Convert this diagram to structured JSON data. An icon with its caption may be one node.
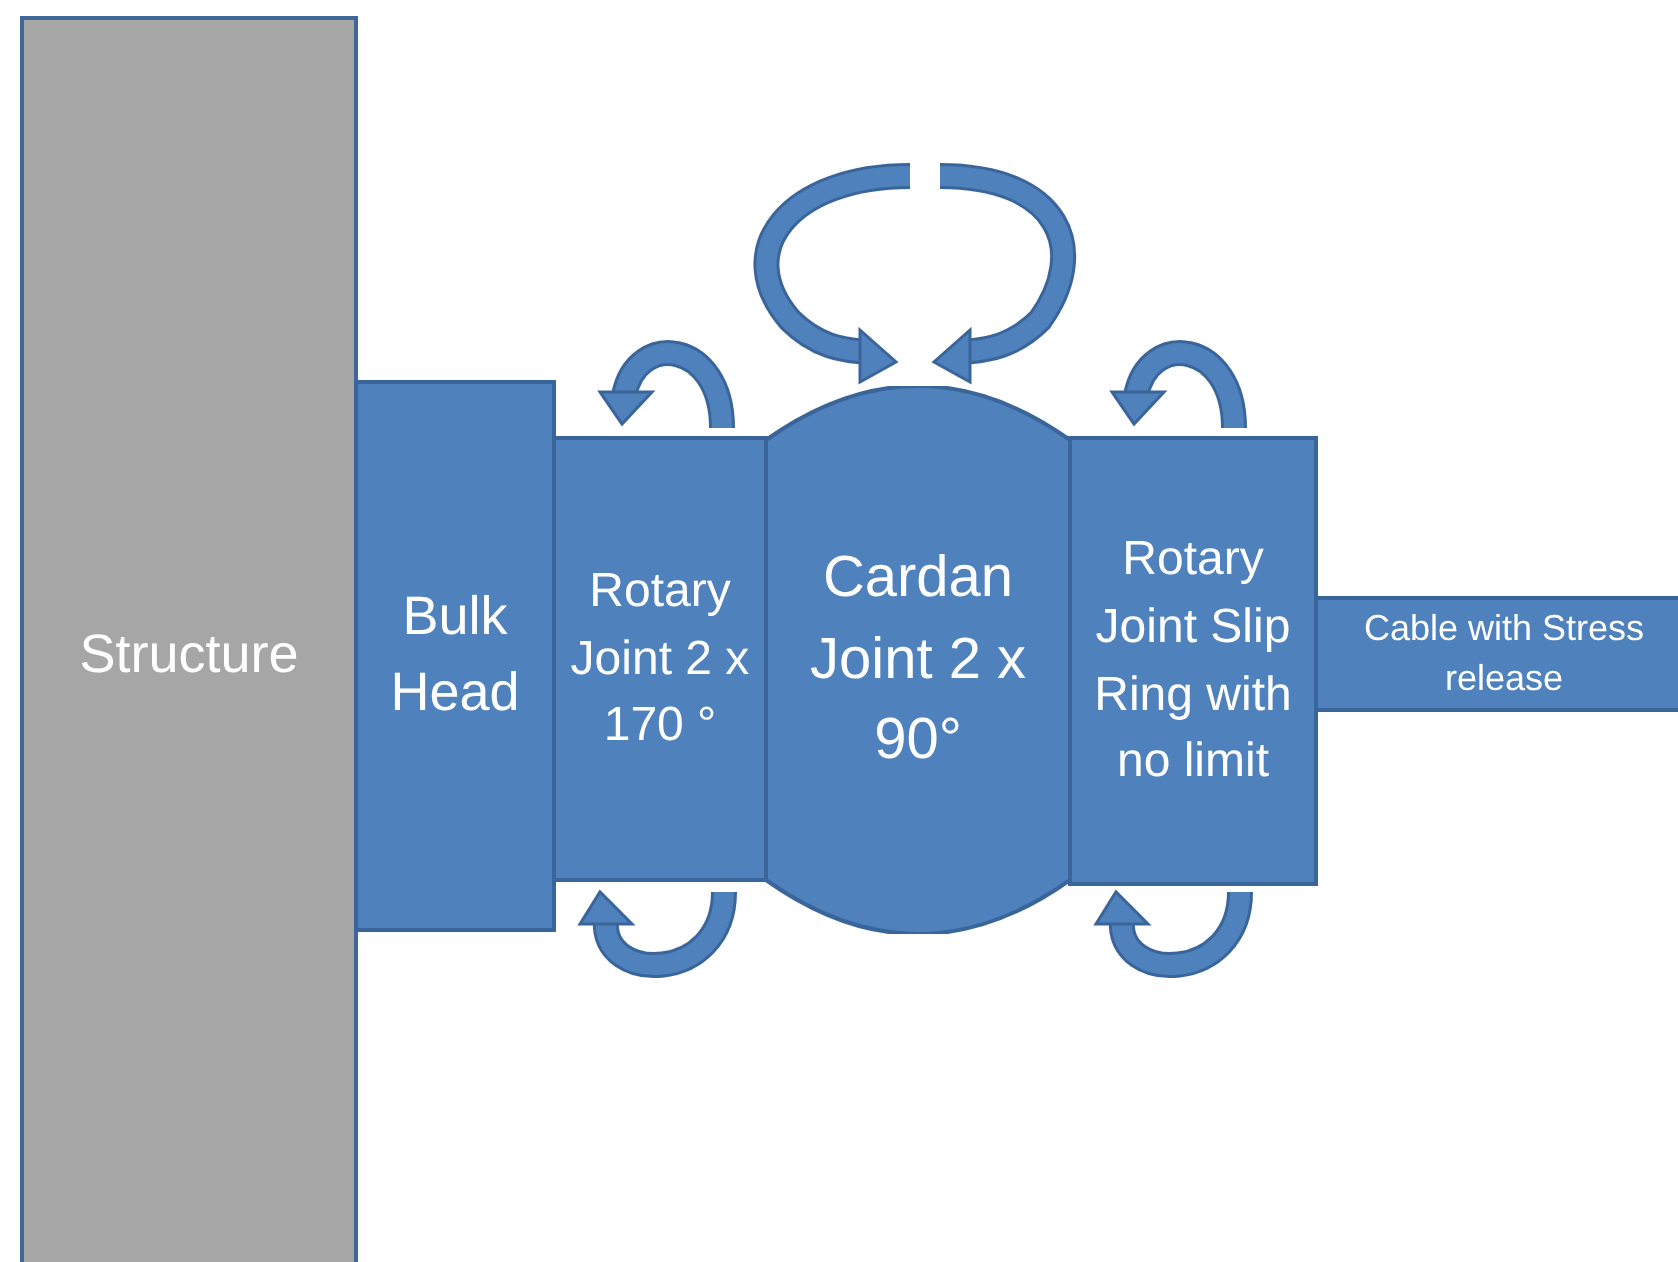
{
  "diagram": {
    "nodes": [
      {
        "text": [
          "Structure"
        ]
      },
      {
        "text": [
          "Bulk Head"
        ]
      },
      {
        "text": [
          "Rotary Joint 2 x 170 °"
        ]
      },
      {
        "text": [
          "Cardan Joint 2 x 90°"
        ]
      },
      {
        "text": [
          "Rotary Joint Slip Ring with no limit"
        ]
      },
      {
        "text": [
          "Cable with Stress release"
        ]
      }
    ]
  }
}
